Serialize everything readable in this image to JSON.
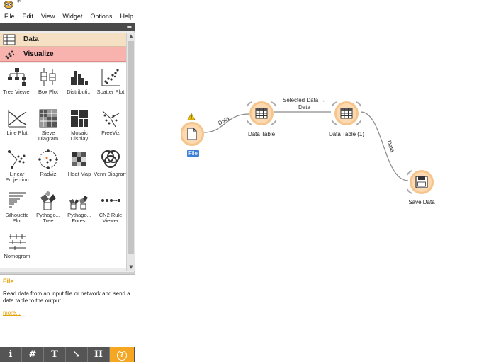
{
  "window": {
    "title": "*"
  },
  "menu": {
    "items": [
      "File",
      "Edit",
      "View",
      "Widget",
      "Options",
      "Help"
    ]
  },
  "sidebar": {
    "categories": [
      {
        "label": "Data",
        "color": "#f6e0c4"
      },
      {
        "label": "Visualize",
        "color": "#f9b3ae"
      }
    ],
    "widgets": [
      {
        "label": "Tree Viewer",
        "icon": "tree-viewer-icon"
      },
      {
        "label": "Box Plot",
        "icon": "box-plot-icon"
      },
      {
        "label": "Distributi...",
        "icon": "distributions-icon"
      },
      {
        "label": "Scatter Plot",
        "icon": "scatter-plot-icon"
      },
      {
        "label": "Line Plot",
        "icon": "line-plot-icon"
      },
      {
        "label": "Sieve Diagram",
        "icon": "sieve-diagram-icon"
      },
      {
        "label": "Mosaic Display",
        "icon": "mosaic-display-icon"
      },
      {
        "label": "FreeViz",
        "icon": "freeviz-icon"
      },
      {
        "label": "Linear Projection",
        "icon": "linear-projection-icon"
      },
      {
        "label": "Radviz",
        "icon": "radviz-icon"
      },
      {
        "label": "Heat Map",
        "icon": "heat-map-icon"
      },
      {
        "label": "Venn Diagram",
        "icon": "venn-diagram-icon"
      },
      {
        "label": "Silhouette Plot",
        "icon": "silhouette-plot-icon"
      },
      {
        "label": "Pythago... Tree",
        "icon": "pythagorean-tree-icon"
      },
      {
        "label": "Pythago... Forest",
        "icon": "pythagorean-forest-icon"
      },
      {
        "label": "CN2 Rule Viewer",
        "icon": "cn2-rule-viewer-icon"
      },
      {
        "label": "Nomogram",
        "icon": "nomogram-icon"
      }
    ]
  },
  "help": {
    "title": "File",
    "text": "Read data from an input file or network and send a data table to the output.",
    "more": "more..."
  },
  "toolbar": {
    "buttons": [
      {
        "label": "i",
        "icon": "info-icon"
      },
      {
        "label": "#",
        "icon": "grid-icon"
      },
      {
        "label": "T",
        "icon": "text-annotation-icon"
      },
      {
        "label": "↘",
        "icon": "arrow-annotation-icon"
      },
      {
        "label": "II",
        "icon": "pause-icon"
      },
      {
        "label": "?",
        "icon": "help-icon"
      }
    ],
    "help_color": "#f5a623"
  },
  "canvas": {
    "nodes": [
      {
        "id": "file",
        "label": "File",
        "icon": "file-icon",
        "warning": true,
        "selected": true
      },
      {
        "id": "data-table",
        "label": "Data Table",
        "icon": "table-icon"
      },
      {
        "id": "data-table-1",
        "label": "Data Table (1)",
        "icon": "table-icon"
      },
      {
        "id": "save-data",
        "label": "Save Data",
        "icon": "save-icon"
      }
    ],
    "links": [
      {
        "label": "Data"
      },
      {
        "label_line1": "Selected Data →",
        "label_line2": "Data"
      },
      {
        "label": "Data"
      }
    ],
    "colors": {
      "node_fill": "#fcd9b0",
      "node_ring": "#f5c58b",
      "link": "#8a8a8a",
      "warning": "#f2c200",
      "selection": "#3b7fd6"
    }
  }
}
